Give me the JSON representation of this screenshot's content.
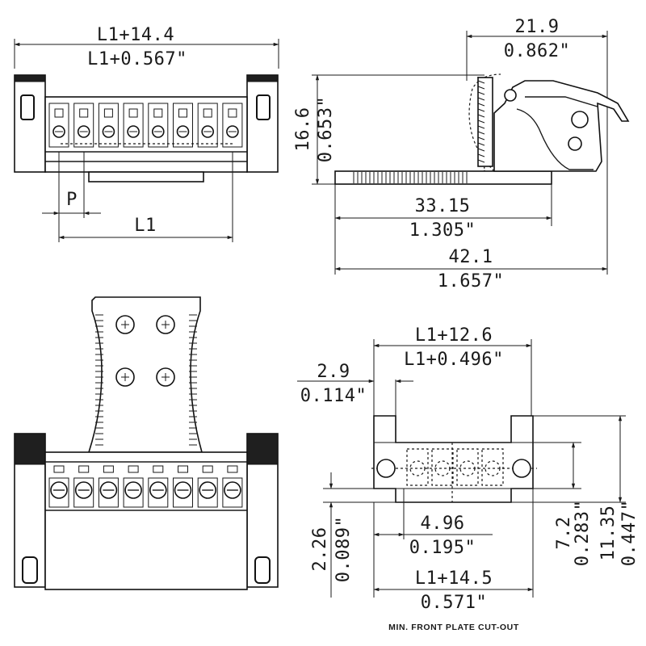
{
  "front_view": {
    "overall_dim_mm": "L1+14.4",
    "overall_dim_in": "L1+0.567\"",
    "pitch_label": "P",
    "length_label": "L1"
  },
  "side_view": {
    "lever_width_mm": "21.9",
    "lever_width_in": "0.862\"",
    "height_mm": "16.6",
    "height_in": "0.653\"",
    "base_length_mm": "33.15",
    "base_length_in": "1.305\"",
    "total_length_mm": "42.1",
    "total_length_in": "1.657\""
  },
  "cutout_view": {
    "width_mm": "L1+12.6",
    "width_in": "L1+0.496\"",
    "offset_mm": "2.9",
    "offset_in": "0.114\"",
    "hole_spacing_mm": "4.96",
    "hole_spacing_in": "0.195\"",
    "overall_width_mm": "L1+14.5",
    "overall_width_in": "0.571\"",
    "low_height_mm": "2.26",
    "low_height_in": "0.089\"",
    "mid_height_mm": "7.2",
    "mid_height_in": "0.283\"",
    "total_height_mm": "11.35",
    "total_height_in": "0.447\"",
    "caption": "MIN. FRONT PLATE CUT-OUT"
  },
  "icons": [
    "arrow-icon",
    "screw-terminal-icon",
    "mounting-hole-icon"
  ]
}
